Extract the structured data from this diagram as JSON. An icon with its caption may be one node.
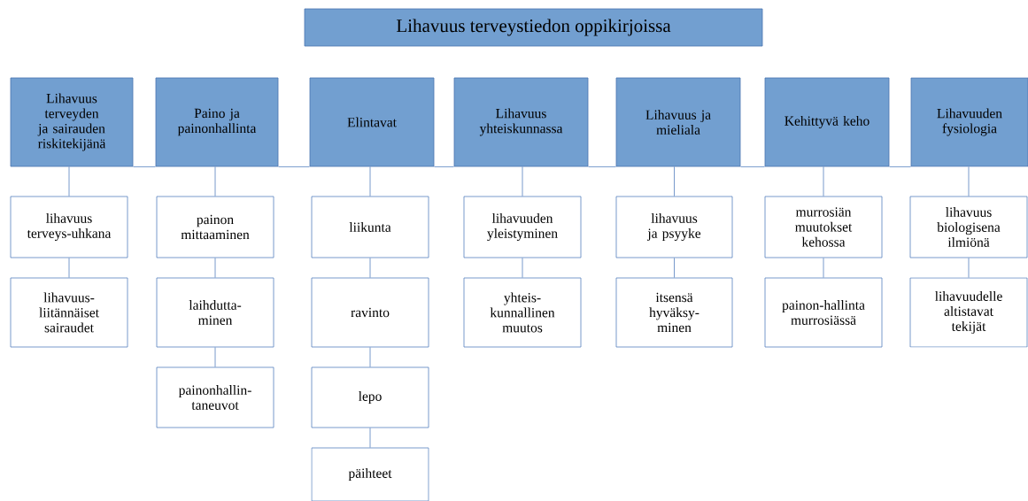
{
  "diagram": {
    "title": "Lihavuus terveystiedon oppikirjoissa",
    "nodes": [
      {
        "text": [
          "Lihavuus terveyden ja sairauden riskitekijänä"
        ]
      },
      {
        "text": [
          "Paino ja painonhallinta"
        ]
      },
      {
        "text": [
          "Elintavat"
        ]
      },
      {
        "text": [
          "Lihavuus yhteiskunnassa"
        ]
      },
      {
        "text": [
          "Lihavuus ja mieliala"
        ]
      },
      {
        "text": [
          "Kehittyvä keho"
        ]
      },
      {
        "text": [
          "Lihavuuden fysiologia"
        ]
      },
      {
        "text": [
          "lihavuus terveys-uhkana"
        ]
      },
      {
        "text": [
          "lihavuus-liitännäiset sairaudet"
        ]
      },
      {
        "text": [
          "painon mittaaminen"
        ]
      },
      {
        "text": [
          "laihdutta-minen"
        ]
      },
      {
        "text": [
          "painonhallin-taneuvot"
        ]
      },
      {
        "text": [
          "liikunta"
        ]
      },
      {
        "text": [
          "ravinto"
        ]
      },
      {
        "text": [
          "lepo"
        ]
      },
      {
        "text": [
          "päihteet"
        ]
      },
      {
        "text": [
          "lihavuuden yleistyminen"
        ]
      },
      {
        "text": [
          "yhteis-kunnallinen muutos"
        ]
      },
      {
        "text": [
          "lihavuus ja psyyke"
        ]
      },
      {
        "text": [
          "itsensä hyväksy-minen"
        ]
      },
      {
        "text": [
          "murrosiän muutokset kehossa"
        ]
      },
      {
        "text": [
          "painon-hallinta murrosiässä"
        ]
      },
      {
        "text": [
          "lihavuus biologisena ilmiönä"
        ]
      },
      {
        "text": [
          "lihavuudelle altistavat tekijät"
        ]
      }
    ],
    "edges": [
      {
        "from": 0,
        "to": 1,
        "arrow": "none"
      },
      {
        "from": 1,
        "to": 2,
        "arrow": "none"
      },
      {
        "from": 2,
        "to": 3,
        "arrow": "none"
      },
      {
        "from": 3,
        "to": 4,
        "arrow": "none"
      },
      {
        "from": 4,
        "to": 5,
        "arrow": "none"
      },
      {
        "from": 5,
        "to": 6,
        "arrow": "none"
      },
      {
        "from": 0,
        "to": 7,
        "arrow": "none"
      },
      {
        "from": 7,
        "to": 8,
        "arrow": "none"
      },
      {
        "from": 1,
        "to": 9,
        "arrow": "none"
      },
      {
        "from": 9,
        "to": 10,
        "arrow": "none"
      },
      {
        "from": 10,
        "to": 11,
        "arrow": "none"
      },
      {
        "from": 2,
        "to": 12,
        "arrow": "none"
      },
      {
        "from": 12,
        "to": 13,
        "arrow": "none"
      },
      {
        "from": 13,
        "to": 14,
        "arrow": "none"
      },
      {
        "from": 14,
        "to": 15,
        "arrow": "none"
      },
      {
        "from": 3,
        "to": 16,
        "arrow": "none"
      },
      {
        "from": 16,
        "to": 17,
        "arrow": "none"
      },
      {
        "from": 4,
        "to": 18,
        "arrow": "none"
      },
      {
        "from": 18,
        "to": 19,
        "arrow": "none"
      },
      {
        "from": 5,
        "to": 20,
        "arrow": "none"
      },
      {
        "from": 20,
        "to": 21,
        "arrow": "none"
      },
      {
        "from": 6,
        "to": 22,
        "arrow": "none"
      },
      {
        "from": 22,
        "to": 23,
        "arrow": "none"
      }
    ]
  }
}
